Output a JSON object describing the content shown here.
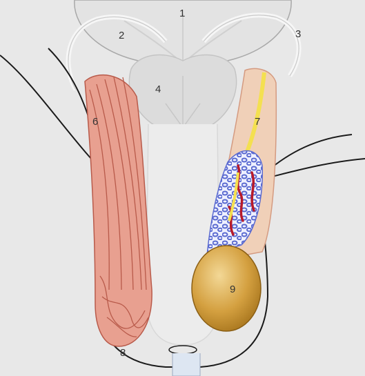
{
  "labels": [
    {
      "id": "label-1",
      "text": "1"
    },
    {
      "id": "label-2",
      "text": "2"
    },
    {
      "id": "label-3",
      "text": "3"
    },
    {
      "id": "label-4",
      "text": "4"
    },
    {
      "id": "label-6",
      "text": "6"
    },
    {
      "id": "label-7",
      "text": "7"
    },
    {
      "id": "label-8",
      "text": "8"
    },
    {
      "id": "label-9",
      "text": "9"
    }
  ],
  "colors": {
    "background": "#e8e8e8",
    "skin_outline": "#1a1a1a",
    "bladder": "#e3e3e3",
    "muscle": "#e8a090",
    "muscle_fiber": "#b85a4a",
    "cord_sheath": "#f0d0b8",
    "vas_deferens": "#f4e050",
    "vein_blue": "#5a6ad0",
    "artery_red": "#b81a2a",
    "testis": "#d4a040",
    "testis_highlight": "#f3d896",
    "base_plate": "#dde6f2"
  }
}
